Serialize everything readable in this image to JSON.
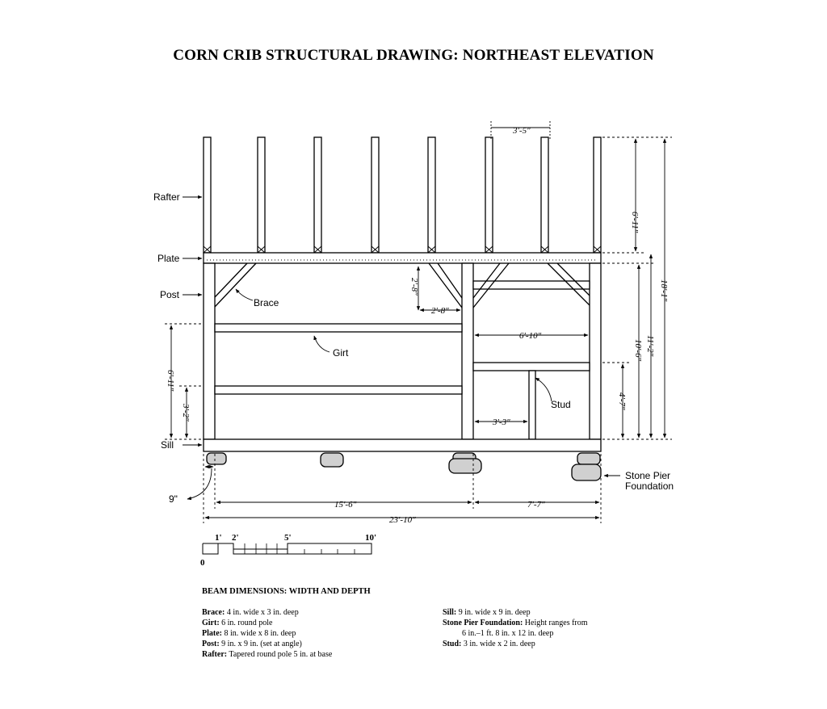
{
  "title": "CORN CRIB STRUCTURAL DRAWING: NORTHEAST ELEVATION",
  "labels": {
    "rafter": "Rafter",
    "plate": "Plate",
    "post": "Post",
    "brace": "Brace",
    "girt": "Girt",
    "sill": "Sill",
    "stud": "Stud",
    "stone_pier": "Stone Pier",
    "foundation": "Foundation",
    "nine_in": "9\""
  },
  "dimensions": {
    "rafter_spacing": "3′-5″",
    "rafter_height": "6′-11″",
    "brace_vertical": "2′-8″",
    "brace_horizontal": "2′-8″",
    "bay_width": "6′-10″",
    "stud_spacing": "3′-3″",
    "lower_height": "4′-7″",
    "post_height_inner": "10′-6″",
    "post_height": "11′-2″",
    "total_height": "18′-1″",
    "left_upper": "6′-11″",
    "left_lower": "3′-2″",
    "span_left": "15′-6″",
    "span_right": "7′-7″",
    "span_total": "23′-10″"
  },
  "scale": {
    "zero": "0",
    "one": "1'",
    "two": "2'",
    "five": "5'",
    "ten": "10'"
  },
  "notes": {
    "heading": "BEAM DIMENSIONS: WIDTH AND DEPTH",
    "left": [
      {
        "term": "Brace:",
        "desc": "4 in. wide x 3 in. deep"
      },
      {
        "term": "Girt:",
        "desc": "6 in. round pole"
      },
      {
        "term": "Plate:",
        "desc": "8 in. wide x 8 in. deep"
      },
      {
        "term": "Post:",
        "desc": "9 in. x 9 in. (set at angle)"
      },
      {
        "term": "Rafter:",
        "desc": "Tapered round pole 5 in. at base"
      }
    ],
    "right": [
      {
        "term": "Sill:",
        "desc": "9 in. wide x 9 in. deep"
      },
      {
        "term": "Stone Pier Foundation:",
        "desc": "Height ranges from"
      },
      {
        "term": "",
        "desc": "6 in.–1 ft. 8 in. x 12 in. deep"
      },
      {
        "term": "Stud:",
        "desc": "3 in. wide x 2 in. deep"
      }
    ]
  },
  "colors": {
    "line": "#000000",
    "background": "#ffffff",
    "stone": "#d0d0d0"
  }
}
